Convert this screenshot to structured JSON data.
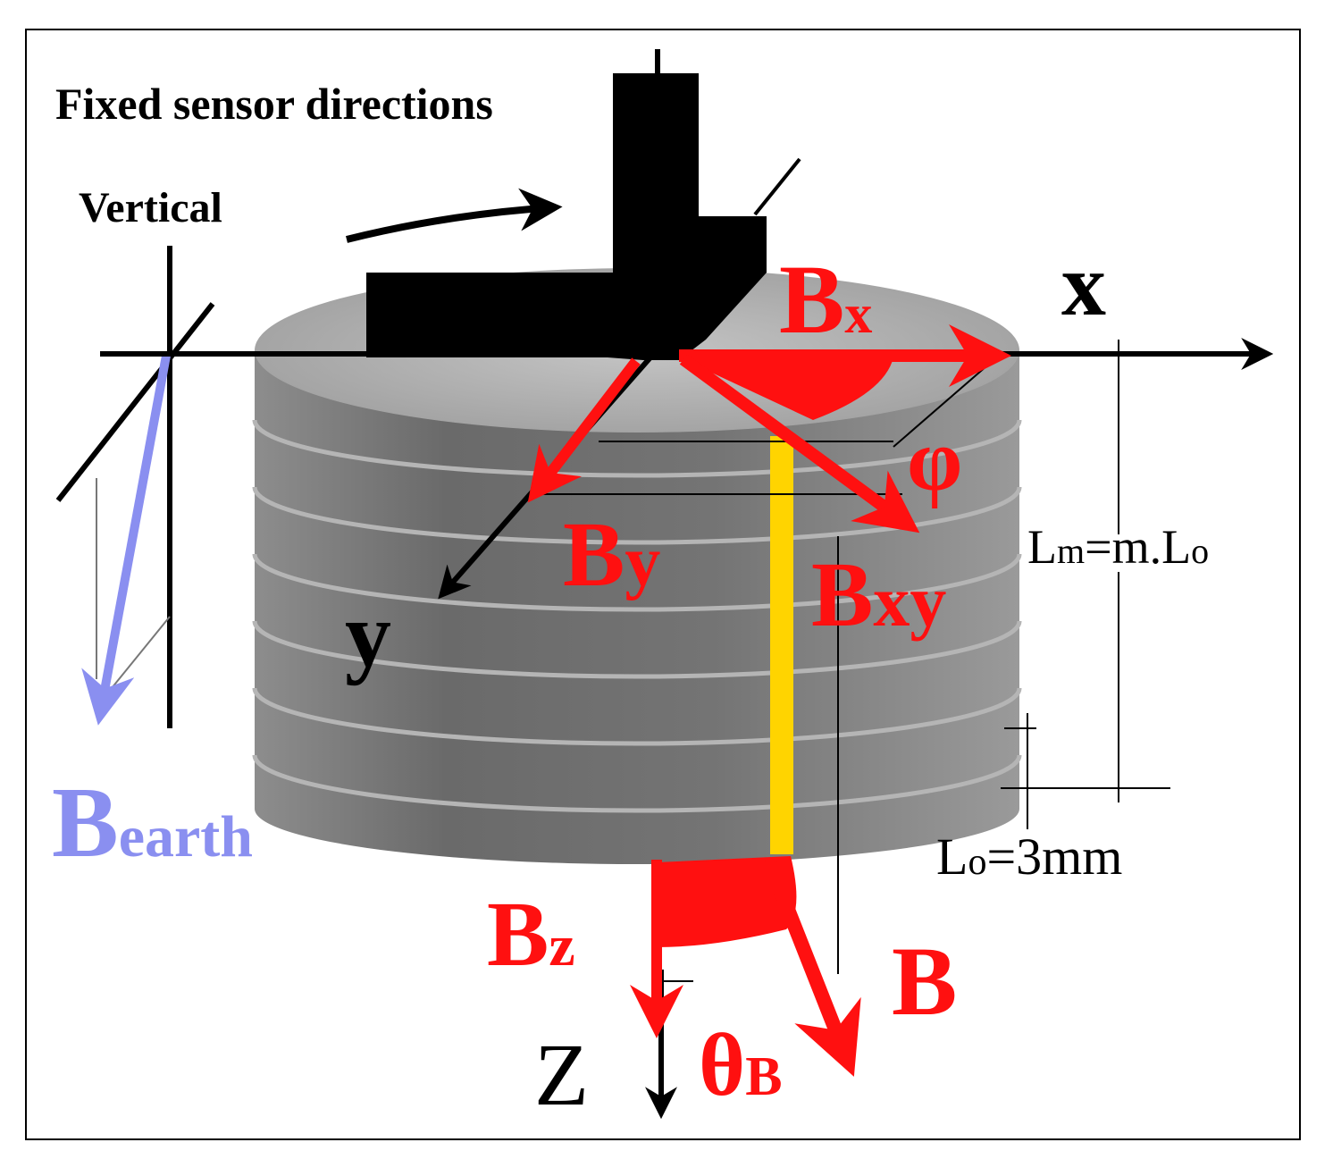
{
  "labels": {
    "fixed_sensor": "Fixed sensor directions",
    "vertical": "Vertical",
    "x_axis": "x",
    "y_axis": "y",
    "z_axis": "Z",
    "bx_main": "B",
    "bx_sub": "x",
    "by_main": "B",
    "by_sub": "y",
    "bxy_main": "B",
    "bxy_sub": "xy",
    "bz_main": "B",
    "bz_sub": "z",
    "b": "B",
    "phi": "φ",
    "theta_main": "θ",
    "theta_sub": "B",
    "bearth_main": "B",
    "bearth_sub": "earth",
    "lm_main": "L",
    "lm_sub": "m",
    "lm_rest": "=m.L",
    "lm_rest_sub": "o",
    "lo_main": "L",
    "lo_sub": "o",
    "lo_rest": "=3mm"
  },
  "colors": {
    "field": "#ff1010",
    "earth": "#8a8ff0",
    "axis": "#000000",
    "sample": "#7a7a7a",
    "center_line": "#ffd400"
  }
}
